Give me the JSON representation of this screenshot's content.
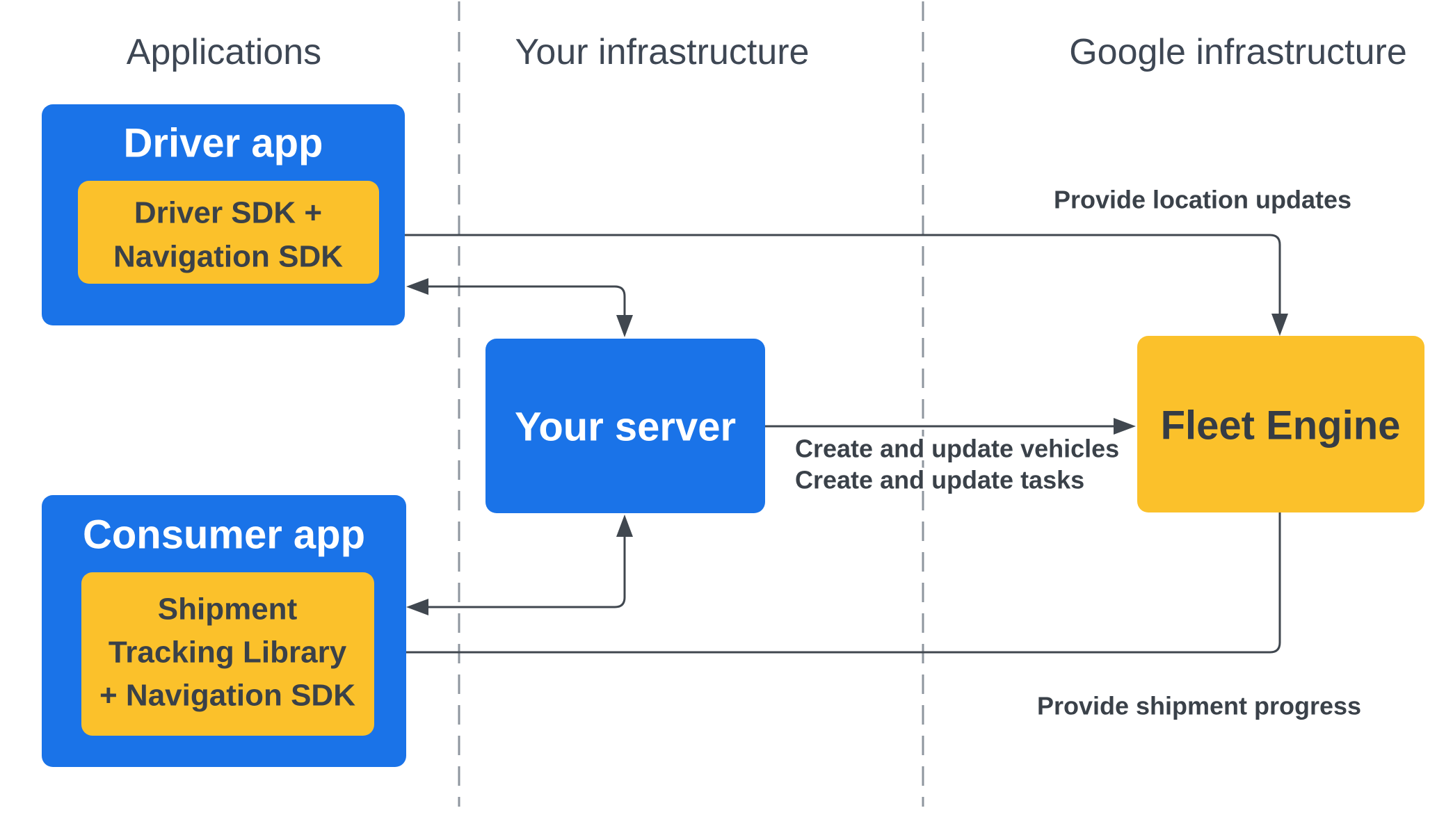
{
  "headers": {
    "applications": "Applications",
    "your_infrastructure": "Your infrastructure",
    "google_infrastructure": "Google infrastructure"
  },
  "nodes": {
    "driver_app": {
      "title": "Driver app"
    },
    "driver_sdk": {
      "lines": [
        "Driver SDK +",
        "Navigation SDK"
      ]
    },
    "consumer_app": {
      "title": "Consumer app"
    },
    "shipment_lib": {
      "lines": [
        "Shipment",
        "Tracking Library",
        "+ Navigation SDK"
      ]
    },
    "your_server": {
      "title": "Your server"
    },
    "fleet_engine": {
      "title": "Fleet Engine"
    }
  },
  "arrows": {
    "location_updates": {
      "label": "Provide location updates"
    },
    "create_update": {
      "lines": [
        "Create and update vehicles",
        "Create and update tasks"
      ]
    },
    "shipment_progress": {
      "label": "Provide shipment progress"
    }
  },
  "colors": {
    "blue": "#1A73E8",
    "yellow": "#FBC12B",
    "arrow": "#40474F",
    "label_text": "#3A4149",
    "header_text": "#3E4754",
    "dashed_divider": "#8E959E",
    "title_on_blue": "#FFFFFF",
    "title_on_yellow": "#353C45"
  }
}
